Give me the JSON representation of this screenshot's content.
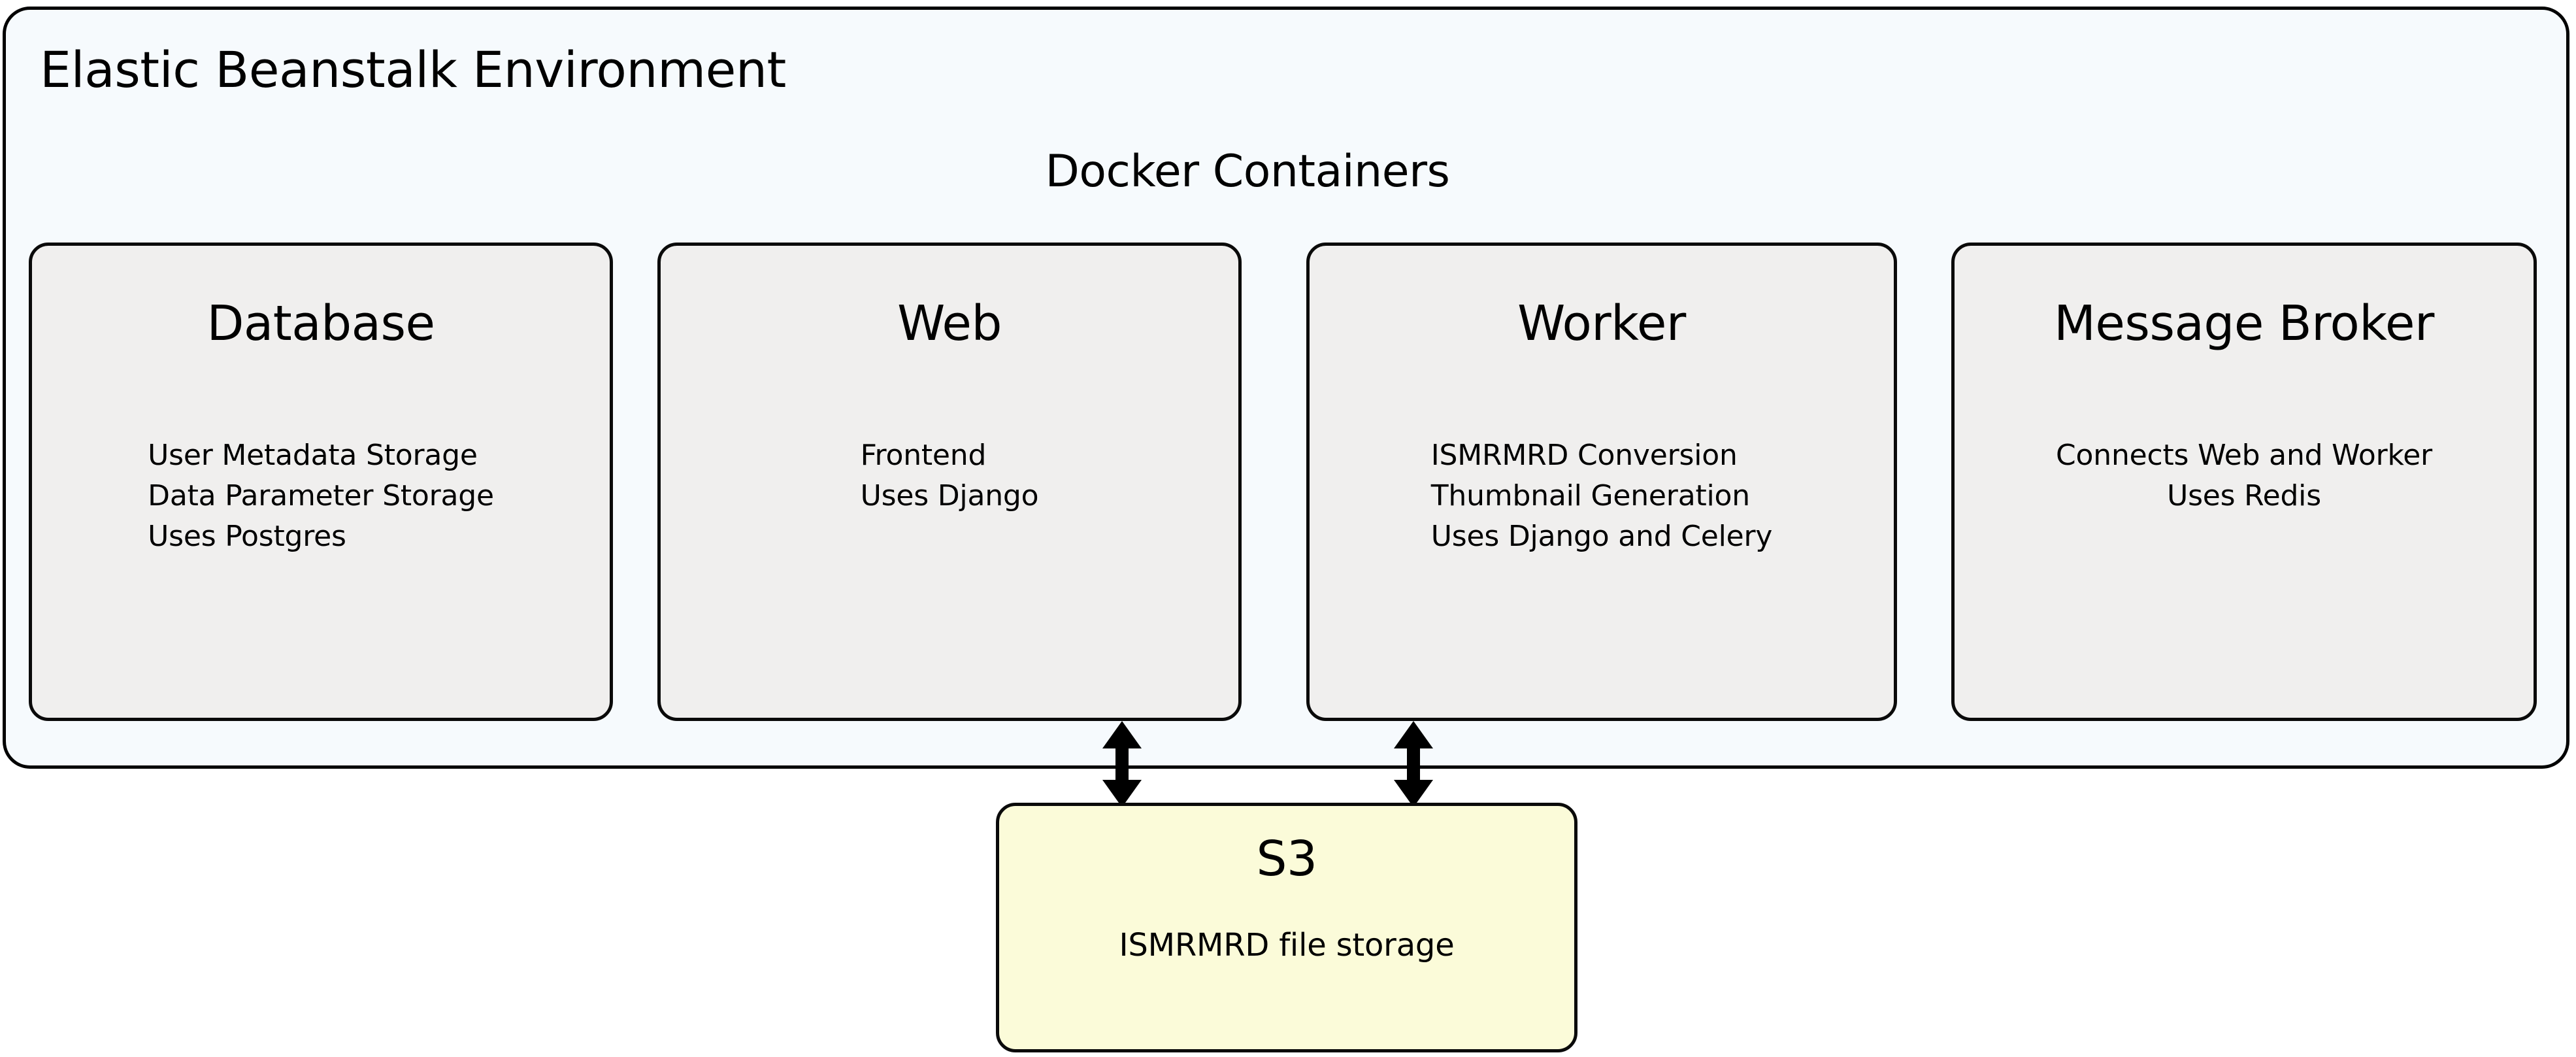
{
  "diagram": {
    "title": "Elastic Beanstalk Environment",
    "group_title": "Docker Containers",
    "colors": {
      "environment_fill": "#f6fafd",
      "container_fill": "#f0efee",
      "storage_fill": "#fbfbd9",
      "stroke": "#0a0a0a",
      "page_background": "#ffffff"
    },
    "containers": [
      {
        "title": "Database",
        "align": "left",
        "lines": [
          "User Metadata Storage",
          "Data Parameter Storage",
          "Uses Postgres"
        ]
      },
      {
        "title": "Web",
        "align": "left",
        "lines": [
          "Frontend",
          "Uses Django"
        ]
      },
      {
        "title": "Worker",
        "align": "left",
        "lines": [
          "ISMRMRD Conversion",
          "Thumbnail Generation",
          "Uses Django and Celery"
        ]
      },
      {
        "title": "Message Broker",
        "align": "center",
        "lines": [
          "Connects Web and Worker",
          "Uses Redis"
        ]
      }
    ],
    "storage": {
      "title": "S3",
      "subtitle": "ISMRMRD file storage"
    },
    "connections": [
      {
        "from": "Web",
        "to": "S3",
        "style": "double-headed-arrow"
      },
      {
        "from": "Worker",
        "to": "S3",
        "style": "double-headed-arrow"
      }
    ]
  }
}
